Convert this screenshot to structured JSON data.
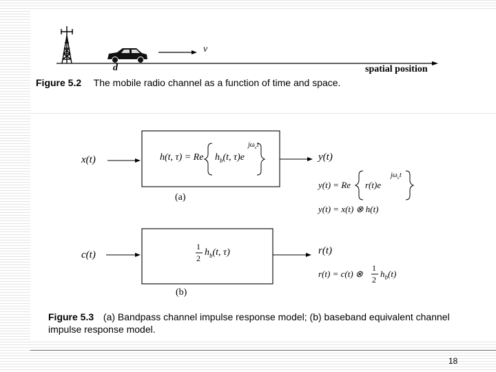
{
  "slide": {
    "page_number": "18"
  },
  "figure_5_2": {
    "velocity_label": "v",
    "distance_label": "d",
    "axis_label": "spatial position",
    "caption_number": "Figure 5.2",
    "caption_text": "The mobile radio channel as a function of time and space."
  },
  "figure_5_3": {
    "input_a": "x(t)",
    "output_a": "y(t)",
    "h_prefix": "h(t, τ)  =  Re",
    "h_body": "h",
    "h_sub": "b",
    "h_args": "(t, τ)e",
    "h_exp": "jω",
    "h_exp_sub": "c",
    "h_exp_t": "t",
    "ya_prefix": "y(t)  =  Re",
    "ya_body": "r(t)e",
    "ya_exp": "jω",
    "ya_exp_sub": "c",
    "ya_exp_t": "t",
    "yconv": "y(t)  =  x(t) ⊗ h(t)",
    "label_a": "(a)",
    "input_b": "c(t)",
    "output_b": "r(t)",
    "half_num": "1",
    "half_den": "2",
    "hb_body": "h",
    "hb_sub": "b",
    "hb_args": "(t, τ)",
    "rb_prefix": "r(t)  =  c(t) ⊗",
    "rb_num": "1",
    "rb_den": "2",
    "rb_body": "h",
    "rb_sub": "b",
    "rb_args": "(t)",
    "label_b": "(b)",
    "caption_number": "Figure 5.3",
    "caption_line1": "(a) Bandpass channel impulse response model; (b) baseband equivalent channel",
    "caption_line2": "impulse response model."
  }
}
